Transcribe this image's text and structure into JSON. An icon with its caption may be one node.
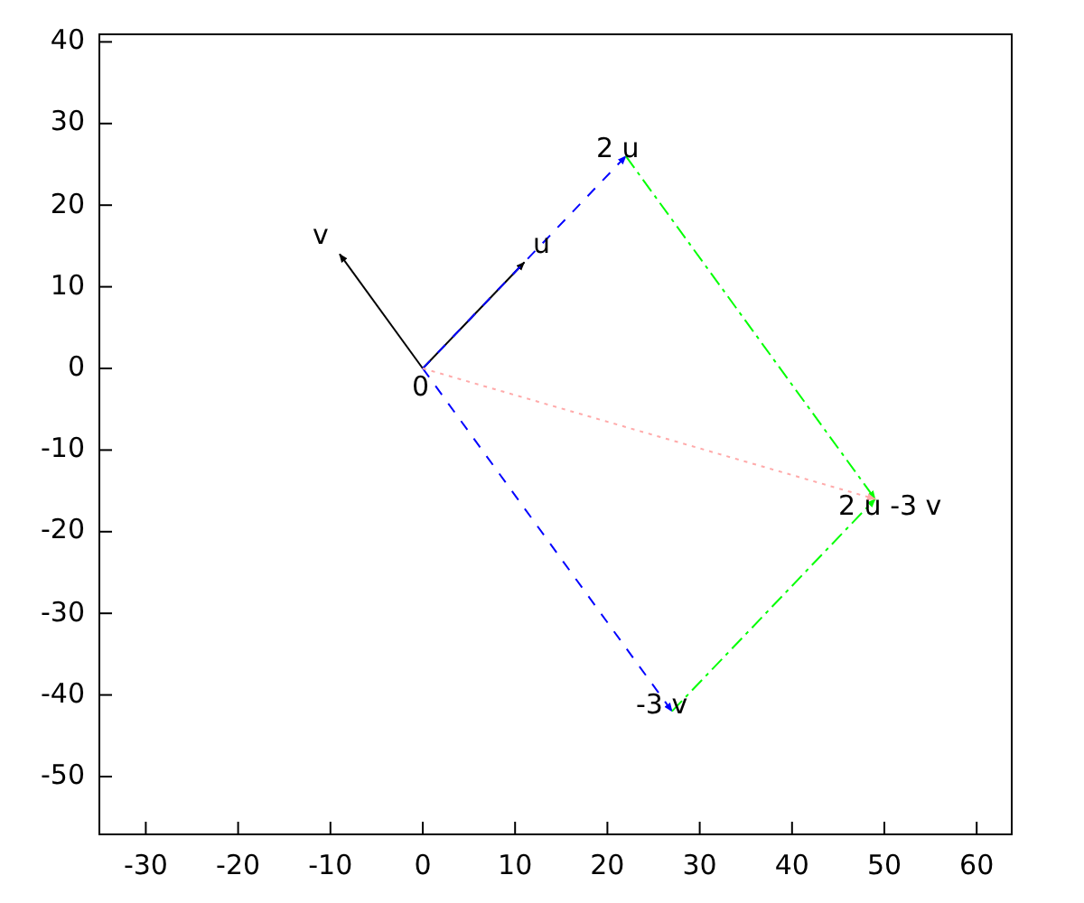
{
  "diagram": {
    "nodes": [
      {
        "text": [
          "2 u"
        ]
      },
      {
        "text": [
          "v"
        ]
      },
      {
        "text": [
          "u"
        ]
      },
      {
        "text": [
          "0"
        ]
      },
      {
        "text": [
          "2 u -3 v"
        ]
      },
      {
        "text": [
          "-3 v"
        ]
      }
    ],
    "edges": [
      {
        "from": 3,
        "to": 2,
        "arrow": "to"
      },
      {
        "from": 3,
        "to": 1,
        "arrow": "to"
      },
      {
        "from": 3,
        "to": 0,
        "arrow": "to",
        "style": "dashed",
        "color": "#0000ff"
      },
      {
        "from": 3,
        "to": 5,
        "arrow": "to",
        "style": "dashed",
        "color": "#0000ff"
      },
      {
        "from": 0,
        "to": 4,
        "arrow": "to",
        "style": "dashed",
        "color": "#00ff00"
      },
      {
        "from": 5,
        "to": 4,
        "arrow": "to",
        "style": "dashed",
        "color": "#00ff00"
      },
      {
        "from": 3,
        "to": 4,
        "arrow": "to",
        "style": "dashed",
        "color": "#ffaaaa"
      }
    ],
    "labels": [
      "40",
      "30",
      "20",
      "10",
      "0",
      "-10",
      "-20",
      "-30",
      "-40",
      "-50",
      "-30",
      "-20",
      "-10",
      "0",
      "10",
      "20",
      "30",
      "40",
      "50",
      "60"
    ]
  }
}
